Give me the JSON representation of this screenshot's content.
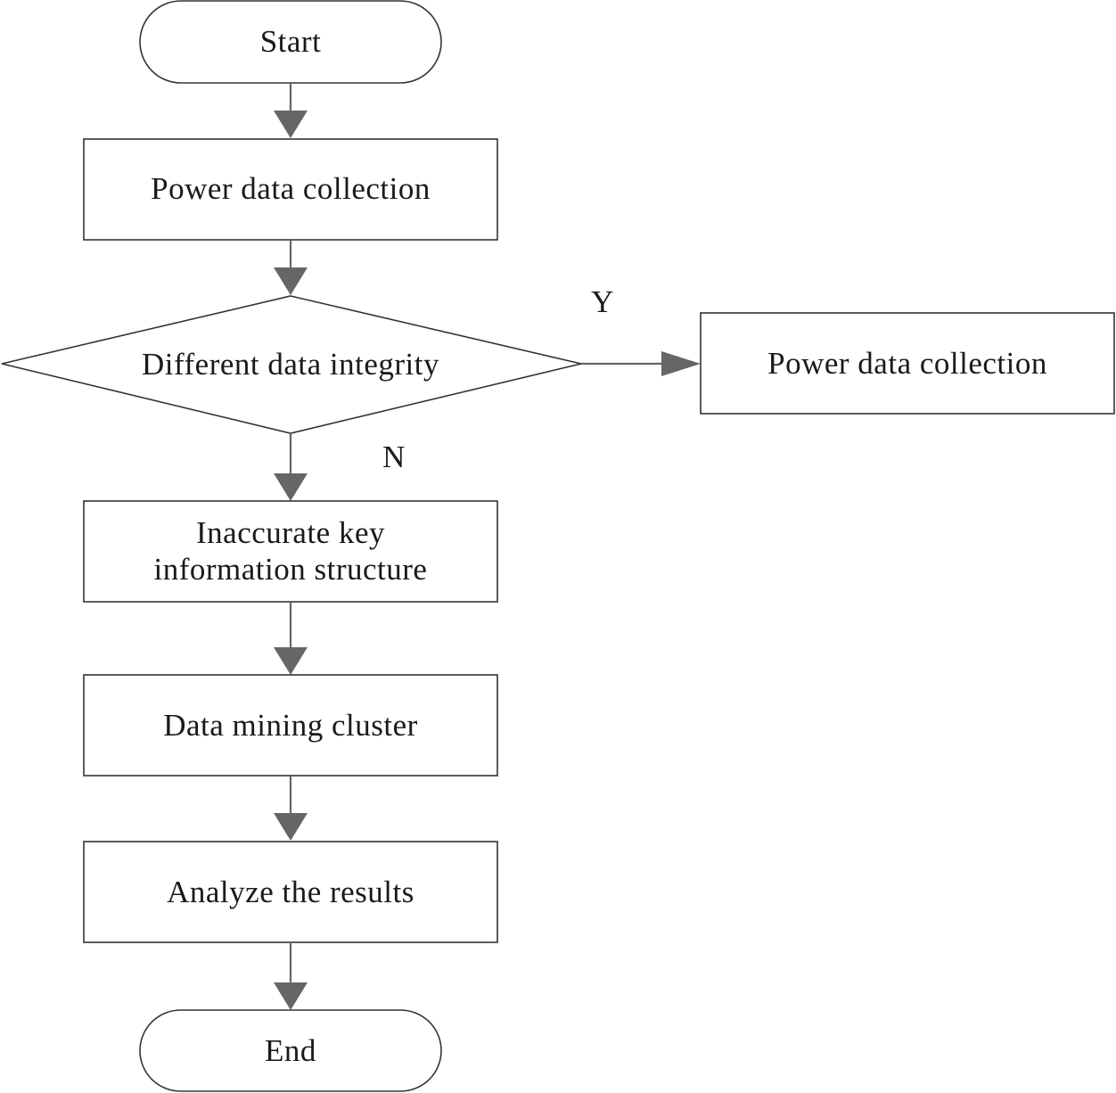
{
  "flowchart": {
    "start": "Start",
    "step_collection": "Power data collection",
    "decision": "Different data integrity",
    "branch_yes_label": "Y",
    "branch_yes_target": "Power data collection",
    "branch_no_label": "N",
    "step_key_info_line1": "Inaccurate key",
    "step_key_info_line2": "information structure",
    "step_mining": "Data mining cluster",
    "step_analyze": "Analyze the results",
    "end": "End"
  },
  "colors": {
    "connector": "#666666",
    "outline": "#333333",
    "text": "#1a1a1a"
  }
}
